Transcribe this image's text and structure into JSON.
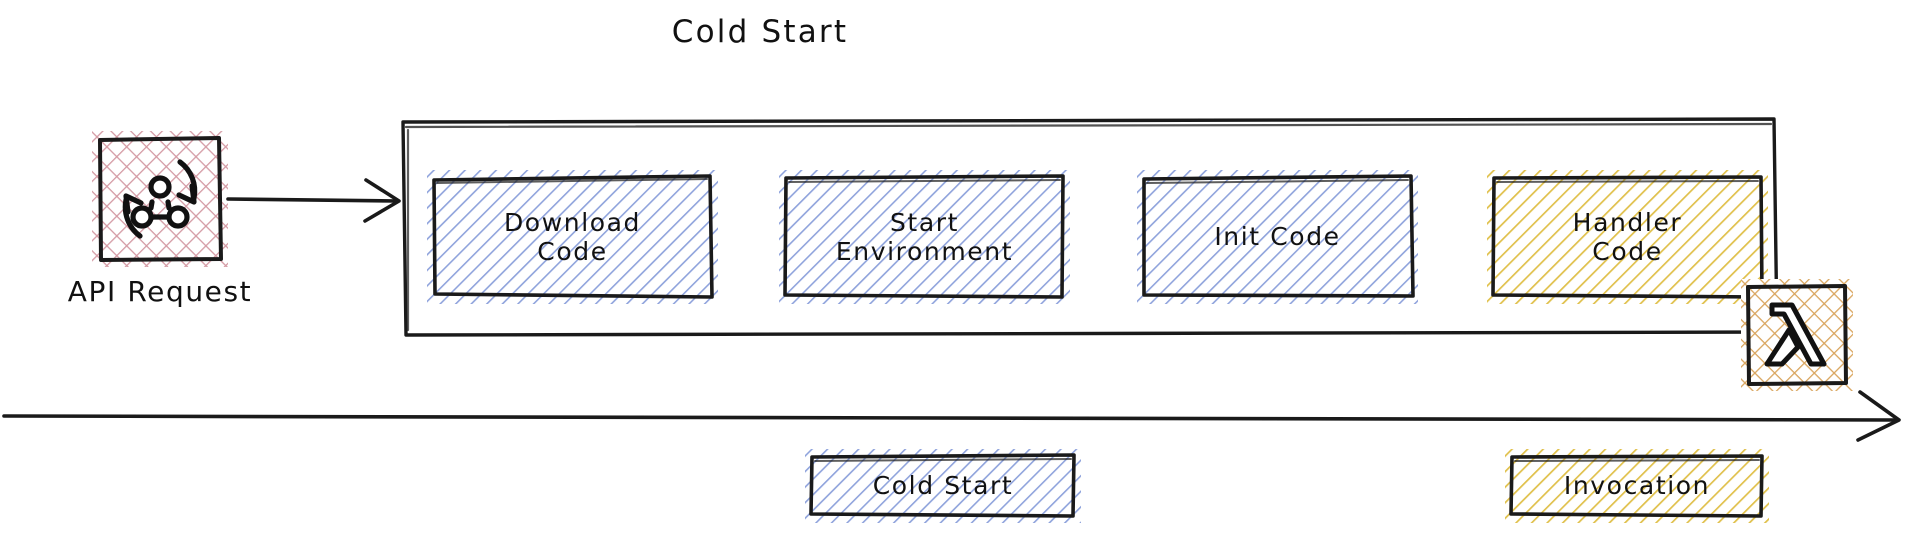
{
  "title": "Cold Start",
  "colors": {
    "ink": "#1a1a1a",
    "blue_hatch": "#8fa3dc",
    "yellow_hatch": "#e0c04a",
    "pink_hatch": "#d49aa4",
    "orange_hatch": "#d9a55e",
    "background": "#ffffff"
  },
  "source": {
    "label": "API Request",
    "icon": "api-network-refresh-icon",
    "fill": "pink-crosshatch"
  },
  "container": {
    "name": "cold-start-container",
    "stages": [
      {
        "label": "Download\nCode",
        "fill": "blue-hatch"
      },
      {
        "label": "Start\nEnvironment",
        "fill": "blue-hatch"
      },
      {
        "label": "Init Code",
        "fill": "blue-hatch"
      },
      {
        "label": "Handler\nCode",
        "fill": "yellow-hatch"
      }
    ]
  },
  "target": {
    "icon": "aws-lambda-icon",
    "fill": "orange-crosshatch"
  },
  "timeline": {
    "name": "timeline-arrow",
    "direction": "left-to-right"
  },
  "legend": [
    {
      "label": "Cold Start",
      "fill": "blue-hatch"
    },
    {
      "label": "Invocation",
      "fill": "yellow-hatch"
    }
  ]
}
